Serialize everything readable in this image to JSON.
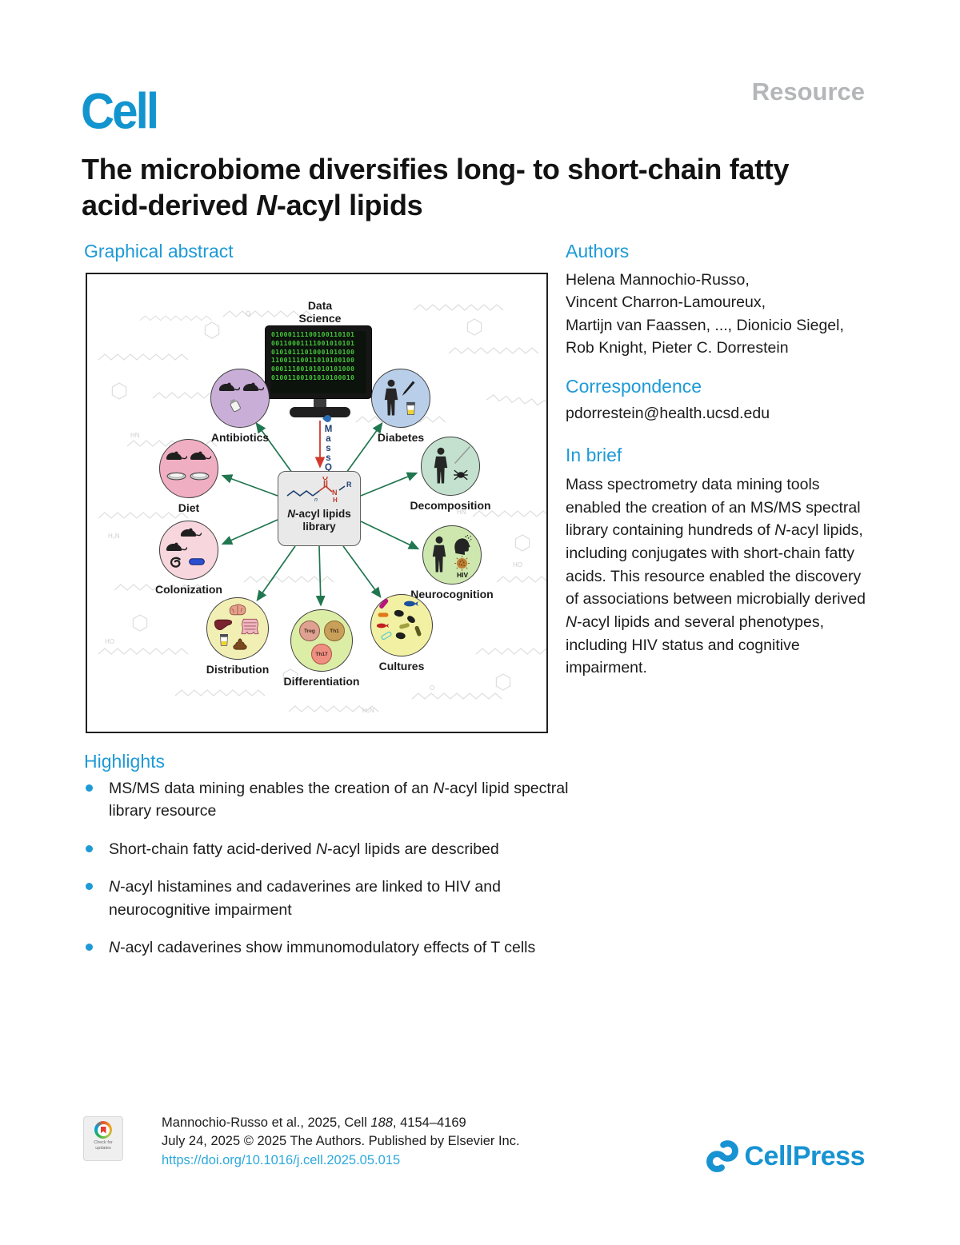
{
  "header": {
    "journal": "Cell",
    "article_type": "Resource"
  },
  "title": {
    "line1": "The microbiome diversifies long- to short-chain fatty",
    "line2_pre": "acid-derived ",
    "line2_it": "N",
    "line2_post": "-acyl lipids"
  },
  "sections": {
    "graphical_abstract": "Graphical abstract",
    "authors": "Authors",
    "correspondence": "Correspondence",
    "in_brief": "In brief",
    "highlights": "Highlights"
  },
  "authors": {
    "lines": [
      "Helena Mannochio-Russo,",
      "Vincent Charron-Lamoureux,",
      "Martijn van Faassen, ..., Dionicio Siegel,",
      "Rob Knight, Pieter C. Dorrestein"
    ]
  },
  "correspondence": {
    "email": "pdorrestein@health.ucsd.edu"
  },
  "in_brief": {
    "p1": "Mass spectrometry data mining tools enabled the creation of an MS/MS spectral library containing hundreds of ",
    "i1": "N",
    "p2": "-acyl lipids, including conjugates with short-chain fatty acids. This resource enabled the discovery of associations between microbially derived ",
    "i2": "N",
    "p3": "-acyl lipids and several phenotypes, including HIV status and cognitive impairment."
  },
  "highlights": [
    {
      "pre": "MS/MS data mining enables the creation of an ",
      "it": "N",
      "post": "-acyl lipid spectral library resource"
    },
    {
      "pre": "Short-chain fatty acid-derived ",
      "it": "N",
      "post": "-acyl lipids are described"
    },
    {
      "pre": "",
      "it": "N",
      "post": "-acyl histamines and cadaverines are linked to HIV and neurocognitive impairment"
    },
    {
      "pre": "",
      "it": "N",
      "post": "-acyl cadaverines show immunomodulatory effects of T cells"
    }
  ],
  "figure": {
    "data_science": [
      "Data",
      "Science"
    ],
    "binary_lines": [
      "01000111100100110101",
      "00110001111001010101",
      "01010111010001010100",
      "11001110011010100100",
      "00011100101010101000",
      "01001100101010100010"
    ],
    "massql": "MassQL",
    "box": {
      "it": "N",
      "rest": "-acyl lipids",
      "line2": "library",
      "o": "O",
      "n": "N",
      "h": "H",
      "r": "R",
      "sub": "n"
    },
    "nodes": [
      {
        "label": "Antibiotics"
      },
      {
        "label": "Diabetes"
      },
      {
        "label": "Diet"
      },
      {
        "label": "Decomposition"
      },
      {
        "label": "Colonization"
      },
      {
        "label": "Neurocognition",
        "sub": "HIV"
      },
      {
        "label": "Distribution"
      },
      {
        "label": "Differentiation",
        "cells": [
          "Treg",
          "Th1",
          "Th17"
        ]
      },
      {
        "label": "Cultures"
      }
    ]
  },
  "footer": {
    "badge_line1": "Check for",
    "badge_line2": "updates",
    "citation_pre": "Mannochio-Russo et al., 2025, Cell ",
    "citation_vol": "188",
    "citation_post": ", 4154–4169",
    "line2": "July 24, 2025 © 2025 The Authors. Published by Elsevier Inc.",
    "doi": "https://doi.org/10.1016/j.cell.2025.05.015",
    "publisher": "CellPress"
  },
  "colors": {
    "accent_blue": "#1e9ad6",
    "logo_blue": "#1295cf",
    "link_blue": "#2da8dc",
    "arrow_green": "#20764f",
    "massql_red": "#d23a2e",
    "binary_green": "#45c43c"
  }
}
